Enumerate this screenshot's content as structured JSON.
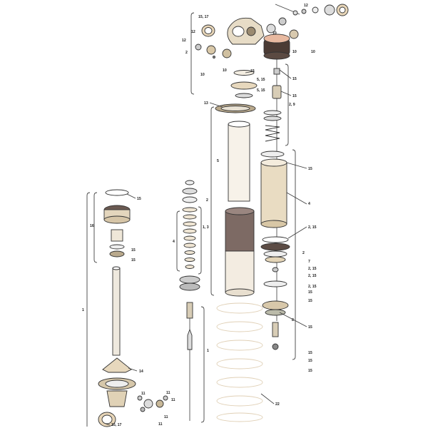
{
  "diagram": {
    "labels": {
      "top_right_12": "12",
      "top_15_17": "15, 17",
      "top_12a": "12",
      "top_12b": "12",
      "top_2": "2",
      "top_10a": "10",
      "top_10b": "10",
      "top_10c": "10",
      "top_10d": "10",
      "top_10e": "10",
      "r_15a": "15",
      "r_15b": "15",
      "r_5_15a": "5, 15",
      "r_5_15b": "5, 15",
      "r_15c": "15",
      "r_13": "13",
      "r_2_9": "2, 9",
      "r_5": "5",
      "r_15d": "15",
      "r_4": "4",
      "r_2": "2",
      "r_2_15a": "2, 15",
      "r_2b": "2",
      "r_7": "7",
      "r_2_15b": "2, 15",
      "r_2_15c": "2, 15",
      "r_2_15d": "2, 15",
      "r_15e": "15",
      "r_15f": "15",
      "r_8": "8",
      "r_15g": "15",
      "r_15h": "15",
      "r_15i": "15",
      "r_15j": "15",
      "r_22": "22",
      "m_1_3": "1, 3",
      "m_4": "4",
      "m_1": "1",
      "l_15a": "15",
      "l_16": "16",
      "l_15b": "15",
      "l_15c": "15",
      "l_1": "1",
      "l_14": "14",
      "l_11a": "11",
      "l_11b": "11",
      "l_11c": "11",
      "l_11d": "11",
      "l_11e": "11",
      "l_15_17": "15, 17"
    }
  }
}
